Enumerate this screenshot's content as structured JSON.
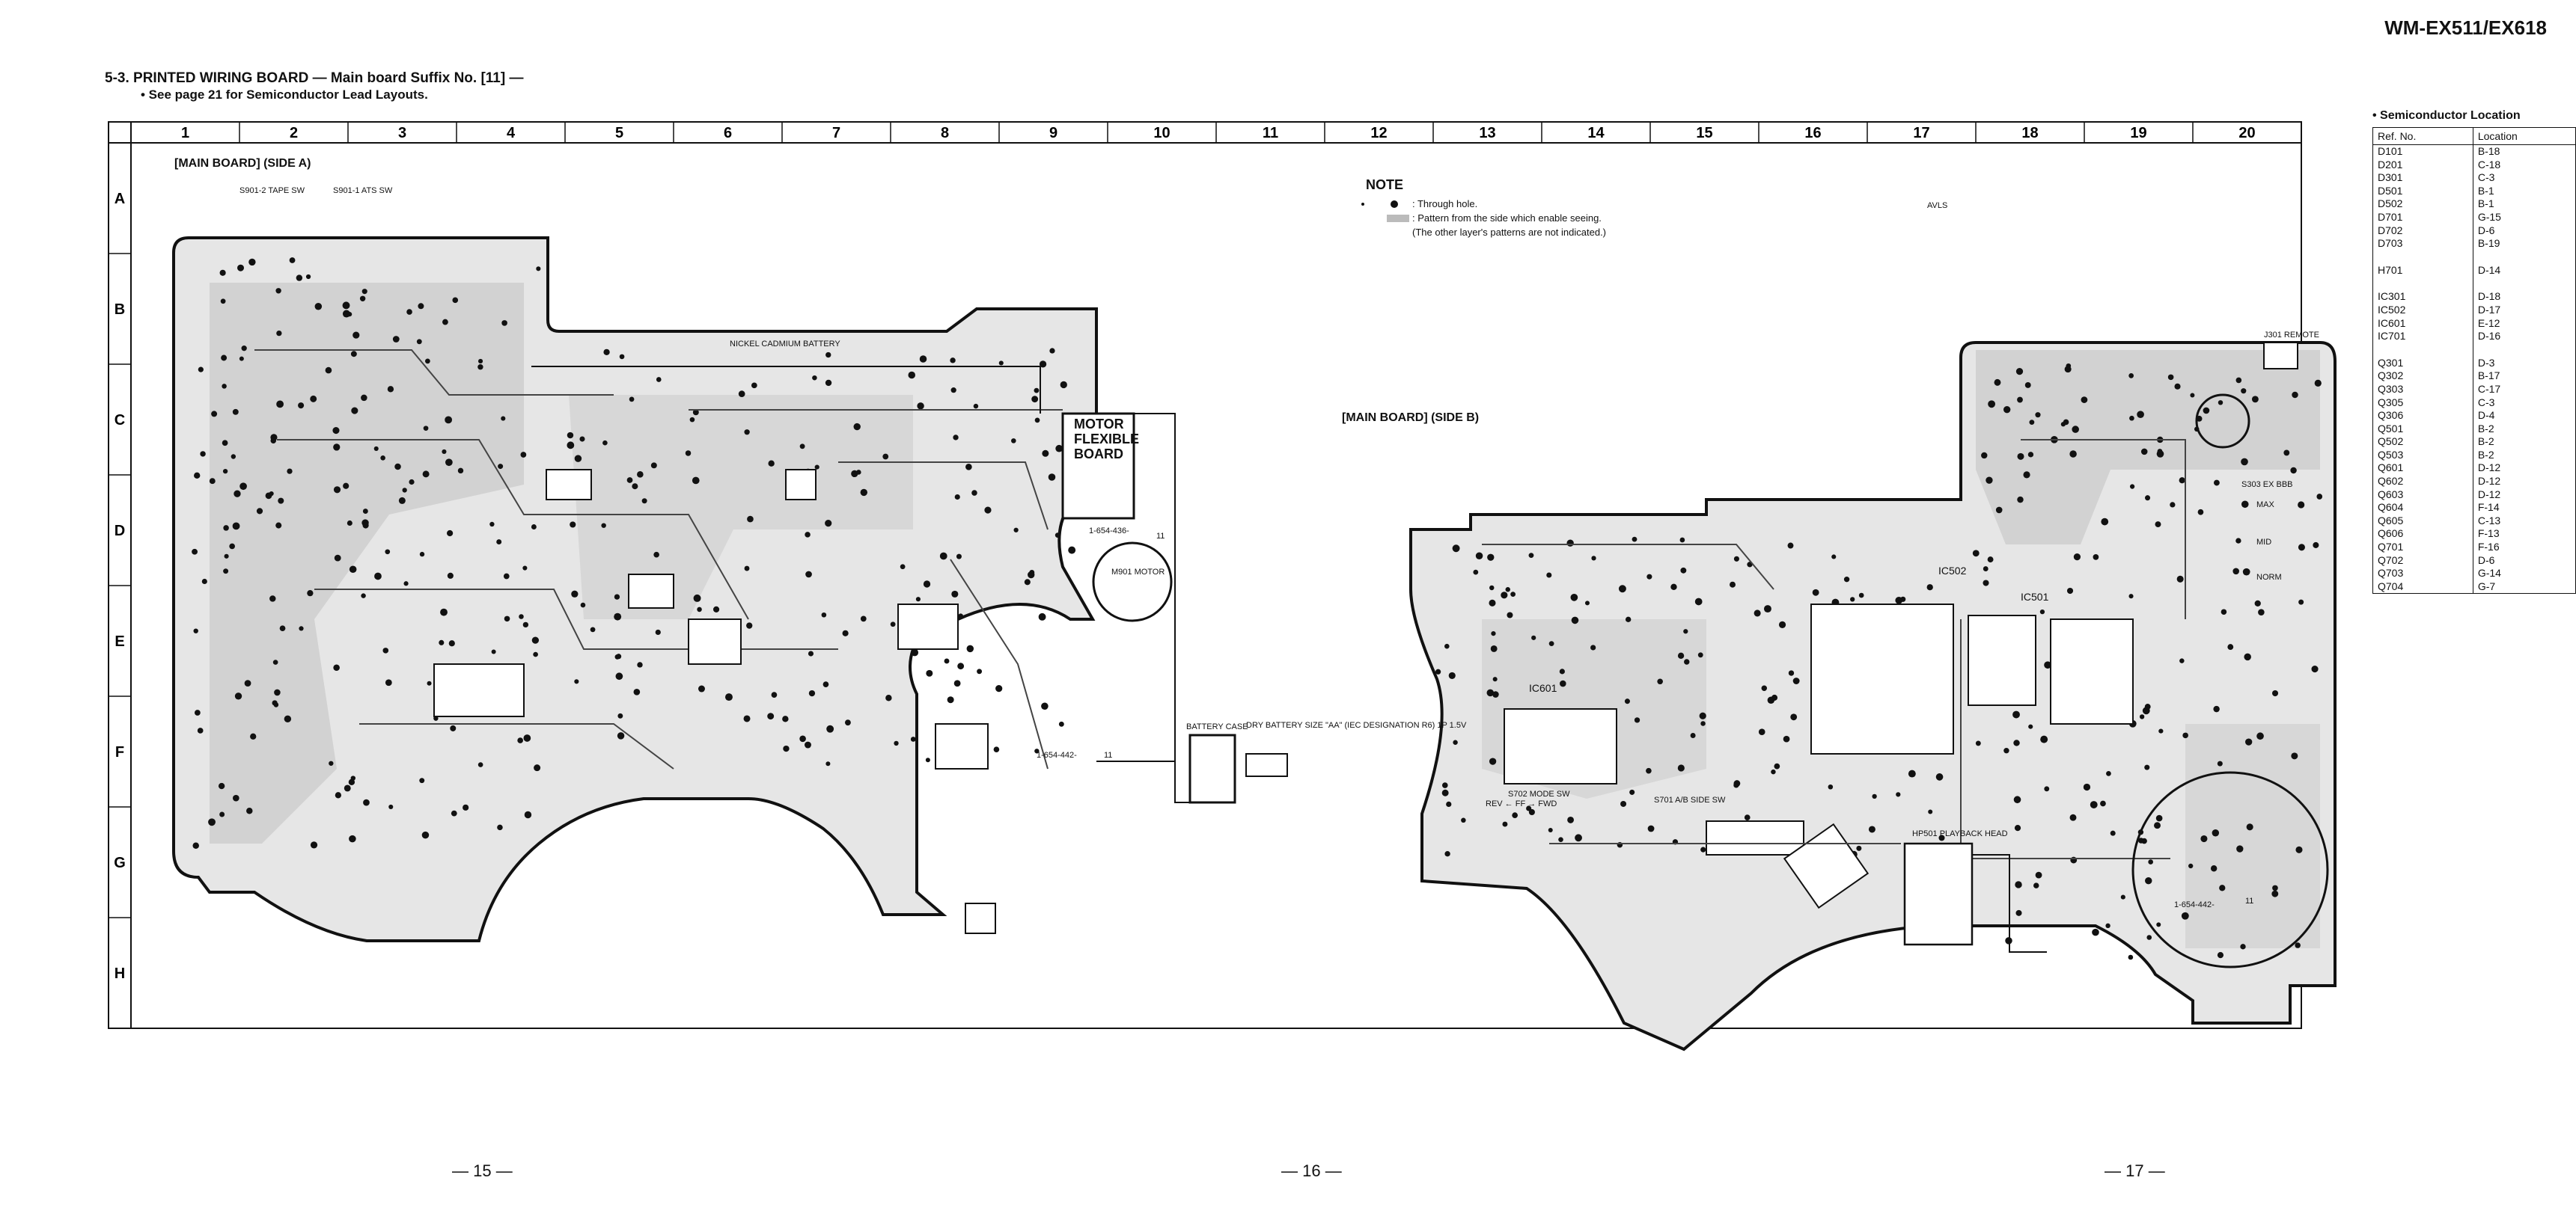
{
  "model": "WM-EX511/EX618",
  "heading": {
    "title": "5-3. PRINTED WIRING BOARD — Main board Suffix No. [11] —",
    "subtitle": "• See page 21 for Semiconductor Lead Layouts."
  },
  "grid": {
    "columns": [
      "1",
      "2",
      "3",
      "4",
      "5",
      "6",
      "7",
      "8",
      "9",
      "10",
      "11",
      "12",
      "13",
      "14",
      "15",
      "16",
      "17",
      "18",
      "19",
      "20"
    ],
    "rows": [
      "A",
      "B",
      "C",
      "D",
      "E",
      "F",
      "G",
      "H"
    ]
  },
  "labels": {
    "side_a": "[MAIN BOARD] (SIDE A)",
    "side_b": "[MAIN BOARD] (SIDE B)",
    "motor_flex": [
      "MOTOR",
      "FLEXIBLE",
      "BOARD"
    ],
    "motor": "M901 MOTOR",
    "battery_case": "BATTERY CASE",
    "dry_battery": "DRY BATTERY SIZE \"AA\" (IEC DESIGNATION R6) 1P 1.5V",
    "nickel_battery": "NICKEL CADMIUM BATTERY",
    "playback_head": "HP501 PLAYBACK HEAD",
    "part_a": "1-654-442-",
    "part_b": "1-654-442-",
    "part_motor": "1-654-436-",
    "suffix": "11",
    "mode_sw": "S702 MODE SW",
    "ab_side_sw": "S701 A/B SIDE SW",
    "remote": "J301 REMOTE",
    "ex_bbb": "S303 EX BBB",
    "max_mid_norm": [
      "MAX",
      "MID",
      "NORM"
    ],
    "tape_sw": "S901-2 TAPE SW",
    "ats_sw": "S901-1 ATS SW",
    "avls": "AVLS",
    "ic_labels": [
      "IC601",
      "IC502",
      "IC501"
    ],
    "rev_ff_fwd": "REV ← FF → FWD"
  },
  "note": {
    "title": "NOTE",
    "items": [
      ": Through hole.",
      ": Pattern from the side which enable seeing.",
      "(The other layer's patterns are not indicated.)"
    ]
  },
  "semiconductor": {
    "title": "• Semiconductor Location",
    "header": [
      "Ref. No.",
      "Location"
    ],
    "groups": [
      [
        [
          "D101",
          "B-18"
        ],
        [
          "D201",
          "C-18"
        ],
        [
          "D301",
          "C-3"
        ],
        [
          "D501",
          "B-1"
        ],
        [
          "D502",
          "B-1"
        ],
        [
          "D701",
          "G-15"
        ],
        [
          "D702",
          "D-6"
        ],
        [
          "D703",
          "B-19"
        ]
      ],
      [
        [
          "H701",
          "D-14"
        ]
      ],
      [
        [
          "IC301",
          "D-18"
        ],
        [
          "IC502",
          "D-17"
        ],
        [
          "IC601",
          "E-12"
        ],
        [
          "IC701",
          "D-16"
        ]
      ],
      [
        [
          "Q301",
          "D-3"
        ],
        [
          "Q302",
          "B-17"
        ],
        [
          "Q303",
          "C-17"
        ],
        [
          "Q305",
          "C-3"
        ],
        [
          "Q306",
          "D-4"
        ],
        [
          "Q501",
          "B-2"
        ],
        [
          "Q502",
          "B-2"
        ],
        [
          "Q503",
          "B-2"
        ],
        [
          "Q601",
          "D-12"
        ],
        [
          "Q602",
          "D-12"
        ],
        [
          "Q603",
          "D-12"
        ],
        [
          "Q604",
          "F-14"
        ],
        [
          "Q605",
          "C-13"
        ],
        [
          "Q606",
          "F-13"
        ],
        [
          "Q701",
          "F-16"
        ],
        [
          "Q702",
          "D-6"
        ],
        [
          "Q703",
          "G-14"
        ],
        [
          "Q704",
          "G-7"
        ]
      ]
    ]
  },
  "pages": [
    "— 15 —",
    "— 16 —",
    "— 17 —"
  ]
}
